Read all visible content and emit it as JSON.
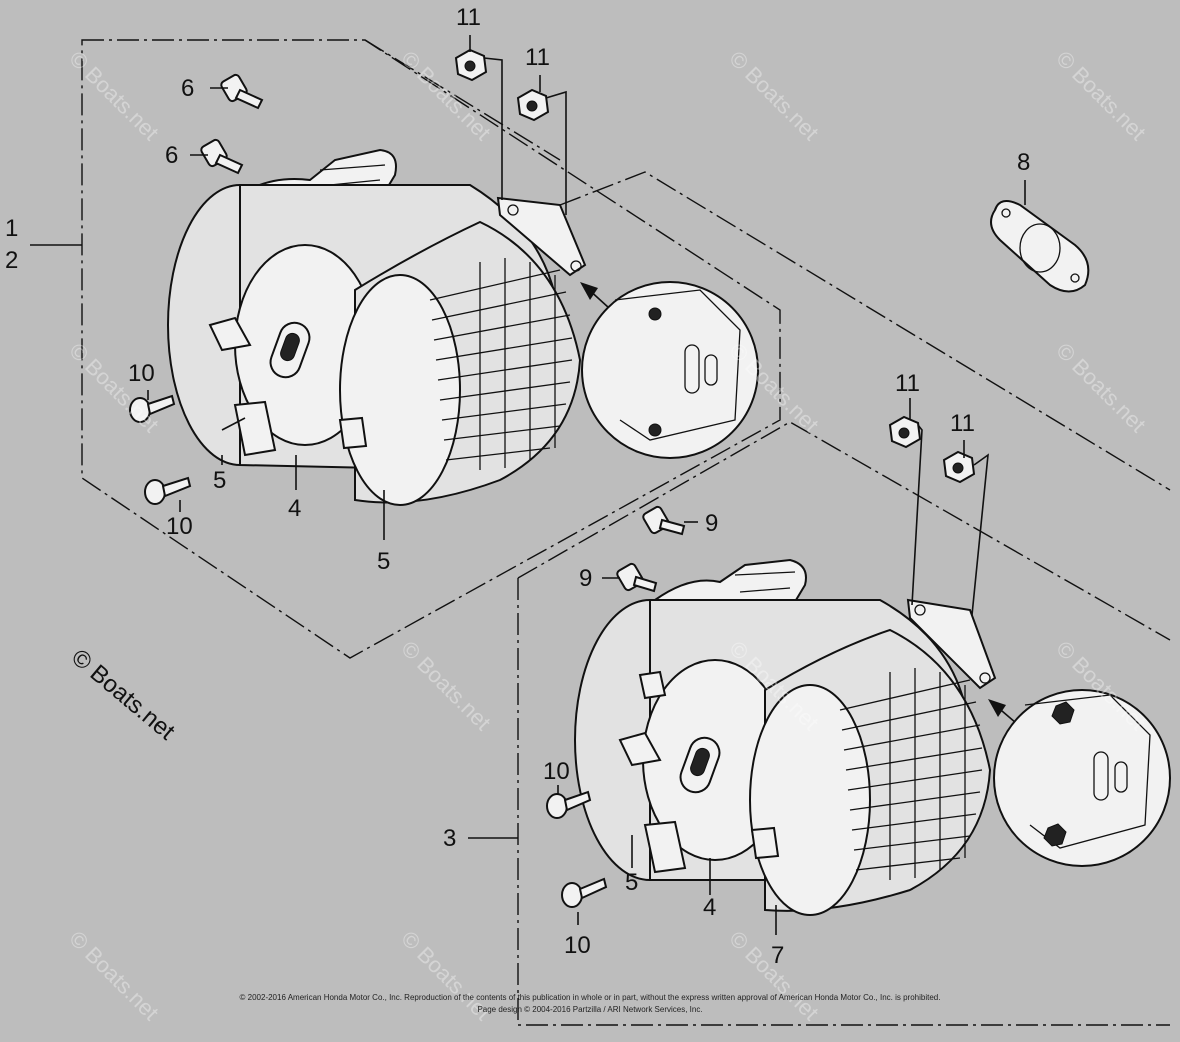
{
  "callouts": {
    "c1": "1",
    "c2": "2",
    "c3": "3",
    "c4a": "4",
    "c4b": "4",
    "c5a": "5",
    "c5b": "5",
    "c5c": "5",
    "c6a": "6",
    "c6b": "6",
    "c7": "7",
    "c8": "8",
    "c9a": "9",
    "c9b": "9",
    "c10a": "10",
    "c10b": "10",
    "c10c": "10",
    "c10d": "10",
    "c11a": "11",
    "c11b": "11",
    "c11c": "11",
    "c11d": "11"
  },
  "watermark": "© Boats.net",
  "copyright": {
    "line1": "© 2002-2016 American Honda Motor Co., Inc. Reproduction of the contents of this publication in whole or in part, without the express written approval of American Honda Motor Co., Inc. is prohibited.",
    "line2": "Page design © 2004-2016 Partzilla / ARI Network Services, Inc."
  }
}
